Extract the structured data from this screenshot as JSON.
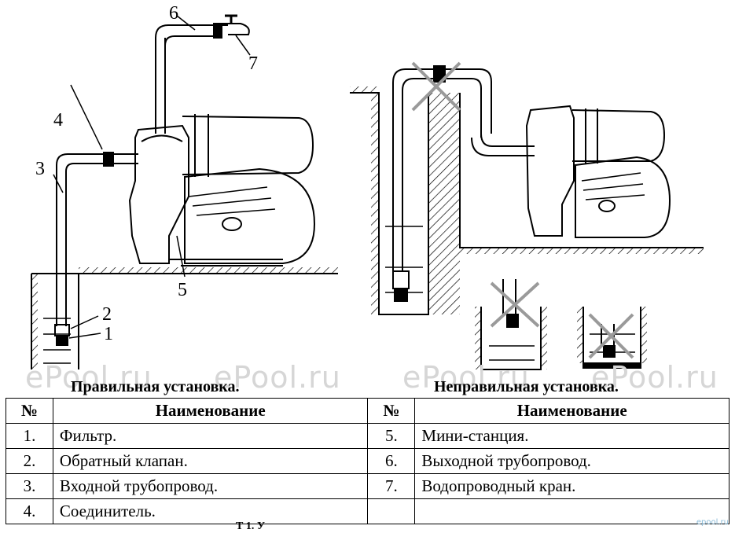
{
  "labels": {
    "n1": "1",
    "n2": "2",
    "n3": "3",
    "n4": "4",
    "n5": "5",
    "n6": "6",
    "n7": "7"
  },
  "captions": {
    "correct": "Правильная установка.",
    "incorrect": "Неправильная установка."
  },
  "watermark": "ePool.ru",
  "site_logo": "epool.ru",
  "table": {
    "headers": {
      "num": "№",
      "name": "Наименование"
    },
    "rows": [
      {
        "left_num": "1.",
        "left_name": "Фильтр.",
        "right_num": "5.",
        "right_name": "Мини-станция."
      },
      {
        "left_num": "2.",
        "left_name": "Обратный клапан.",
        "right_num": "6.",
        "right_name": "Выходной трубопровод."
      },
      {
        "left_num": "3.",
        "left_name": "Входной трубопровод.",
        "right_num": "7.",
        "right_name": "Водопроводный кран."
      },
      {
        "left_num": "4.",
        "left_name": "Соединитель.",
        "right_num": "",
        "right_name": ""
      }
    ]
  },
  "bottom_caption": "Т 1. У",
  "colors": {
    "line": "#000000",
    "cross": "#9a9a9a",
    "watermark": "#d6d6d6"
  }
}
